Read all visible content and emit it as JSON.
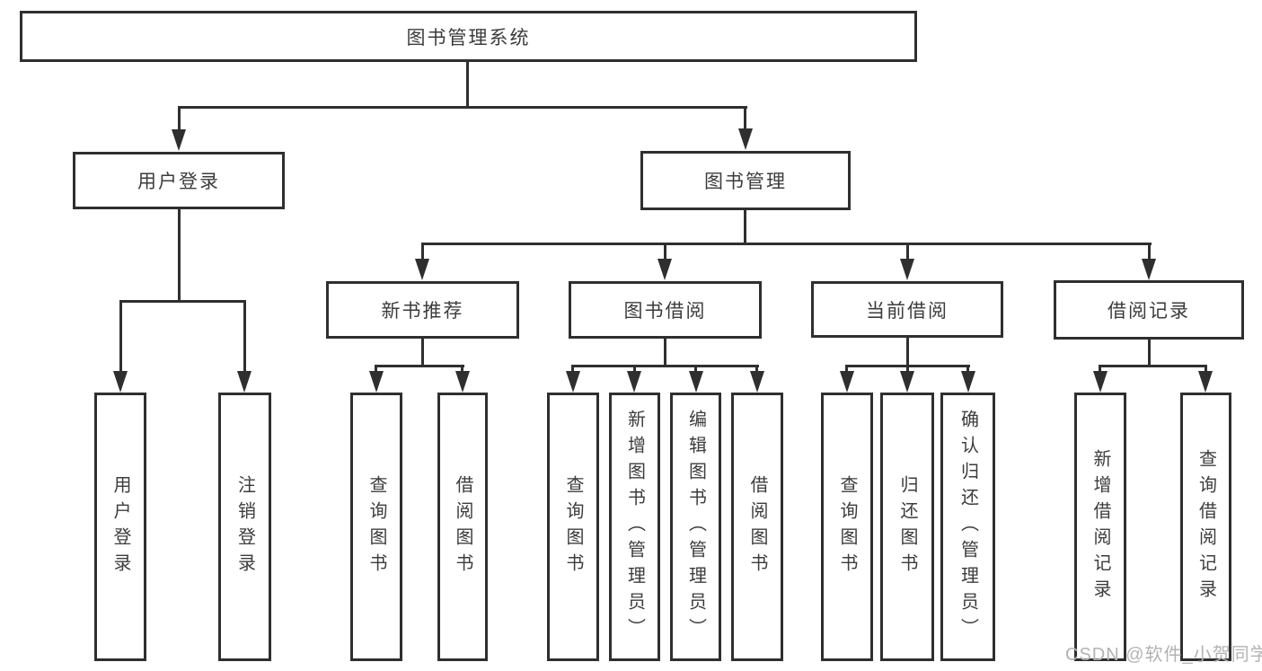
{
  "diagram": {
    "root": {
      "label": "图书管理系统"
    },
    "level2": [
      {
        "label": "用户登录",
        "children": [
          {
            "label": "用户登录"
          },
          {
            "label": "注销登录"
          }
        ]
      },
      {
        "label": "图书管理",
        "children": [
          {
            "label": "新书推荐",
            "children": [
              {
                "label": "查询图书"
              },
              {
                "label": "借阅图书"
              }
            ]
          },
          {
            "label": "图书借阅",
            "children": [
              {
                "label": "查询图书"
              },
              {
                "label": "新增图书（管理员）"
              },
              {
                "label": "编辑图书（管理员）"
              },
              {
                "label": "借阅图书"
              }
            ]
          },
          {
            "label": "当前借阅",
            "children": [
              {
                "label": "查询图书"
              },
              {
                "label": "归还图书"
              },
              {
                "label": "确认归还（管理员）"
              }
            ]
          },
          {
            "label": "借阅记录",
            "children": [
              {
                "label": "新增借阅记录"
              },
              {
                "label": "查询借阅记录"
              }
            ]
          }
        ]
      }
    ],
    "watermark": "CSDN @软件_小贺同学",
    "colors": {
      "line": "#2f2f2f",
      "text": "#3c3c3c",
      "watermark": "#b3b3b3",
      "background": "#ffffff"
    }
  }
}
